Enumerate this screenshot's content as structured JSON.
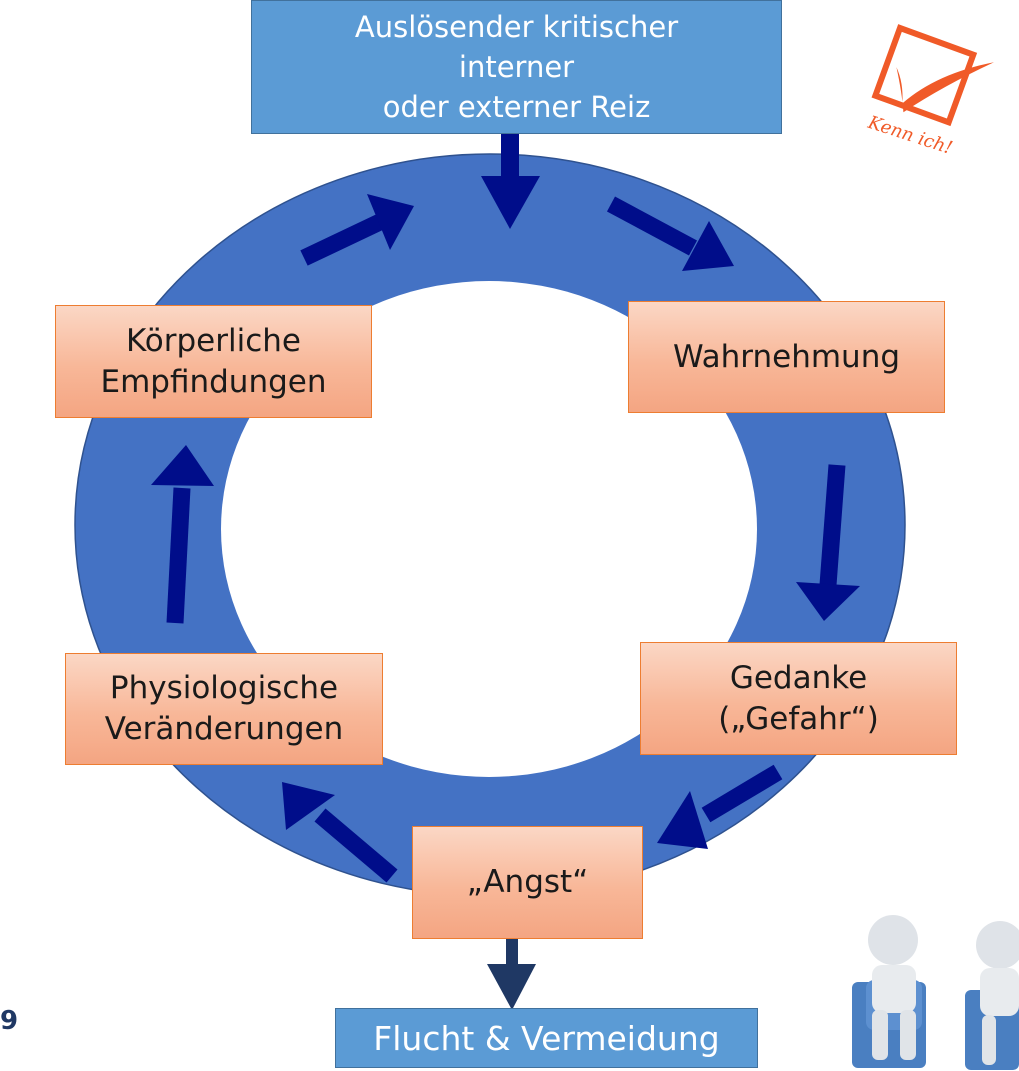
{
  "diagram": {
    "trigger": "Auslösender kritischer\ninterner\noder externer Reiz",
    "outcome": "Flucht & Vermeidung",
    "cycle_nodes": [
      "Wahrnehmung",
      "Gedanke\n(„Gefahr“)",
      "„Angst“",
      "Physiologische\nVeränderungen",
      "Körperliche\nEmpfindungen"
    ]
  },
  "badge": {
    "label": "Kenn ich!"
  },
  "slide_number": "9",
  "colors": {
    "ring": "#4472c4",
    "arrow": "#000d8a",
    "trigger_box": "#5b9bd5",
    "node_fill": "#f8b798",
    "node_border": "#ed7d31",
    "stamp": "#f05a28",
    "outcome_arrow": "#1f3864"
  }
}
